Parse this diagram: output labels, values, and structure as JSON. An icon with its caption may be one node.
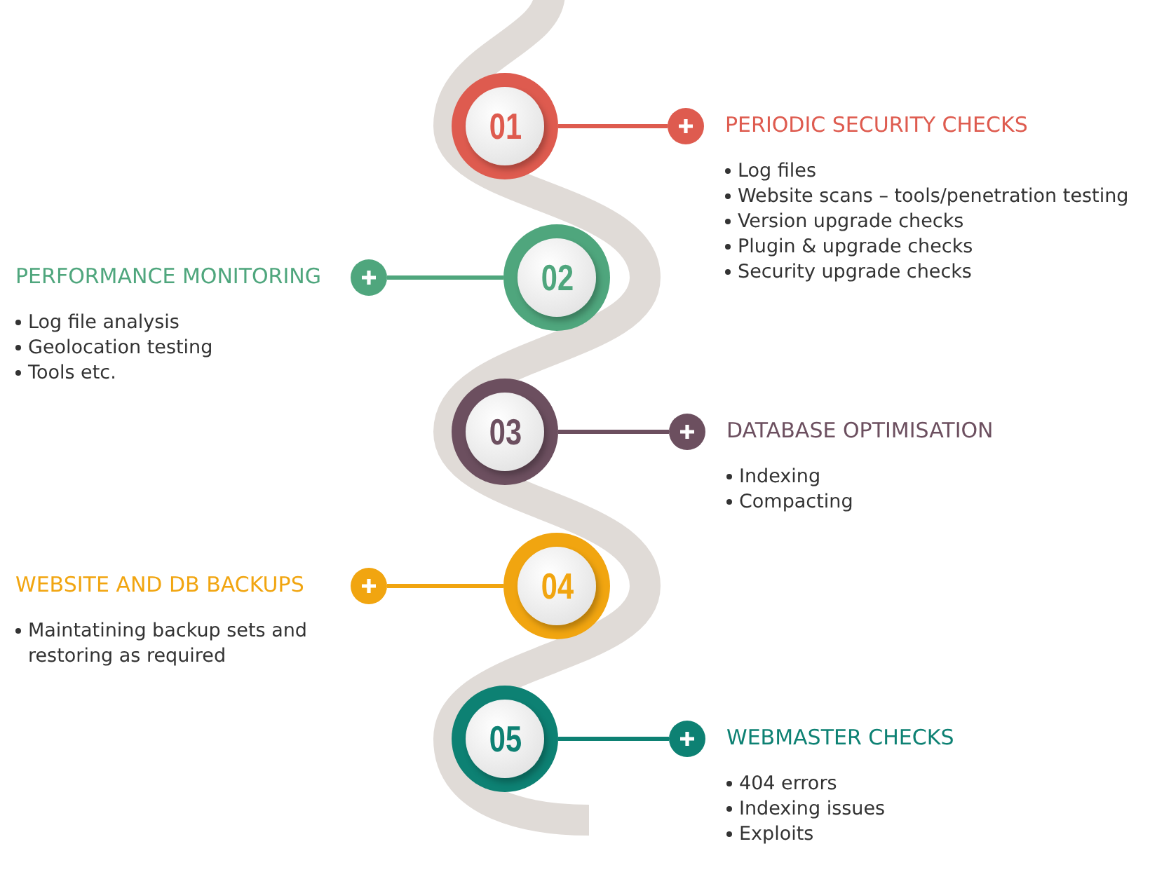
{
  "diagram": {
    "nodes": [
      {
        "text": [
          "01"
        ]
      },
      {
        "text": [
          "PERIODIC SECURITY CHECKS",
          "Log files",
          "Website scans – tools/penetration testing",
          "Version upgrade checks",
          "Plugin & upgrade checks",
          "Security upgrade checks"
        ]
      },
      {
        "text": [
          "02"
        ]
      },
      {
        "text": [
          "PERFORMANCE MONITORING",
          "Log file analysis",
          "Geolocation testing",
          "Tools etc."
        ]
      },
      {
        "text": [
          "03"
        ]
      },
      {
        "text": [
          "DATABASE OPTIMISATION",
          "Indexing",
          "Compacting"
        ]
      },
      {
        "text": [
          "04"
        ]
      },
      {
        "text": [
          "WEBSITE AND DB BACKUPS",
          "Maintatining backup sets and restoring as required"
        ]
      },
      {
        "text": [
          "05"
        ]
      },
      {
        "text": [
          "WEBMASTER CHECKS",
          "404 errors",
          "Indexing issues",
          "Exploits"
        ]
      }
    ],
    "edges": [
      {
        "from": 0,
        "to": 1,
        "arrow": "none",
        "color": "#de5b4f"
      },
      {
        "from": 2,
        "to": 3,
        "arrow": "none",
        "color": "#4fa67d"
      },
      {
        "from": 4,
        "to": 5,
        "arrow": "none",
        "color": "#6c4f5f"
      },
      {
        "from": 6,
        "to": 7,
        "arrow": "none",
        "color": "#f1a510"
      },
      {
        "from": 8,
        "to": 9,
        "arrow": "none",
        "color": "#0d8173"
      }
    ]
  }
}
